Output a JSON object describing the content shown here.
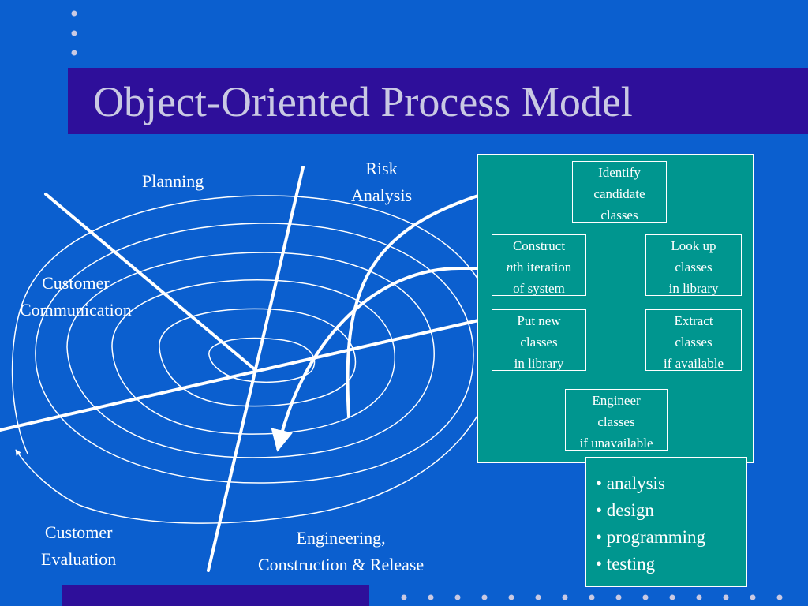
{
  "slide": {
    "title": "Object-Oriented Process Model"
  },
  "colors": {
    "background": "#0b5fcf",
    "band": "#2e0f9a",
    "title_text": "#c9c9e3",
    "panel": "#00968f",
    "line": "#ffffff"
  },
  "spiral": {
    "sectors": {
      "planning": [
        "Planning"
      ],
      "risk_analysis": [
        "Risk",
        "Analysis"
      ],
      "customer_communication": [
        "Customer",
        "Communication"
      ],
      "customer_evaluation": [
        "Customer",
        "Evaluation"
      ],
      "engineering": [
        "Engineering,",
        "Construction & Release"
      ]
    }
  },
  "oo_cycle": {
    "nodes": {
      "identify": [
        "Identify",
        "candidate",
        "classes"
      ],
      "lookup": [
        "Look up",
        "classes",
        "in library"
      ],
      "extract": [
        "Extract",
        "classes",
        "if available"
      ],
      "engineer": [
        "Engineer",
        "classes",
        "if unavailable"
      ],
      "put_new": [
        "Put new",
        "classes",
        "in library"
      ],
      "construct": {
        "line1": "Construct",
        "line2_italic": "n",
        "line2_rest": "th iteration",
        "line3": "of system"
      }
    }
  },
  "activities": {
    "items": [
      "• analysis",
      "• design",
      "• programming",
      "• testing"
    ]
  }
}
